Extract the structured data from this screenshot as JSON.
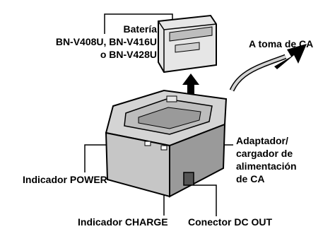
{
  "labels": {
    "battery_line1": "Batería",
    "battery_line2": "BN-V408U, BN-V416U",
    "battery_line3": "o BN-V428U",
    "ac_outlet": "A toma de CA",
    "adapter_line1": "Adaptador/",
    "adapter_line2": "cargador de",
    "adapter_line3": "alimentación",
    "adapter_line4": "de CA",
    "power_indicator": "Indicador POWER",
    "charge_indicator": "Indicador CHARGE",
    "dc_out": "Conector DC OUT"
  },
  "colors": {
    "ink": "#000000",
    "device_fill": "#d4d4d4",
    "device_shadow": "#9a9a9a",
    "battery_fill": "#e6e6e6"
  }
}
